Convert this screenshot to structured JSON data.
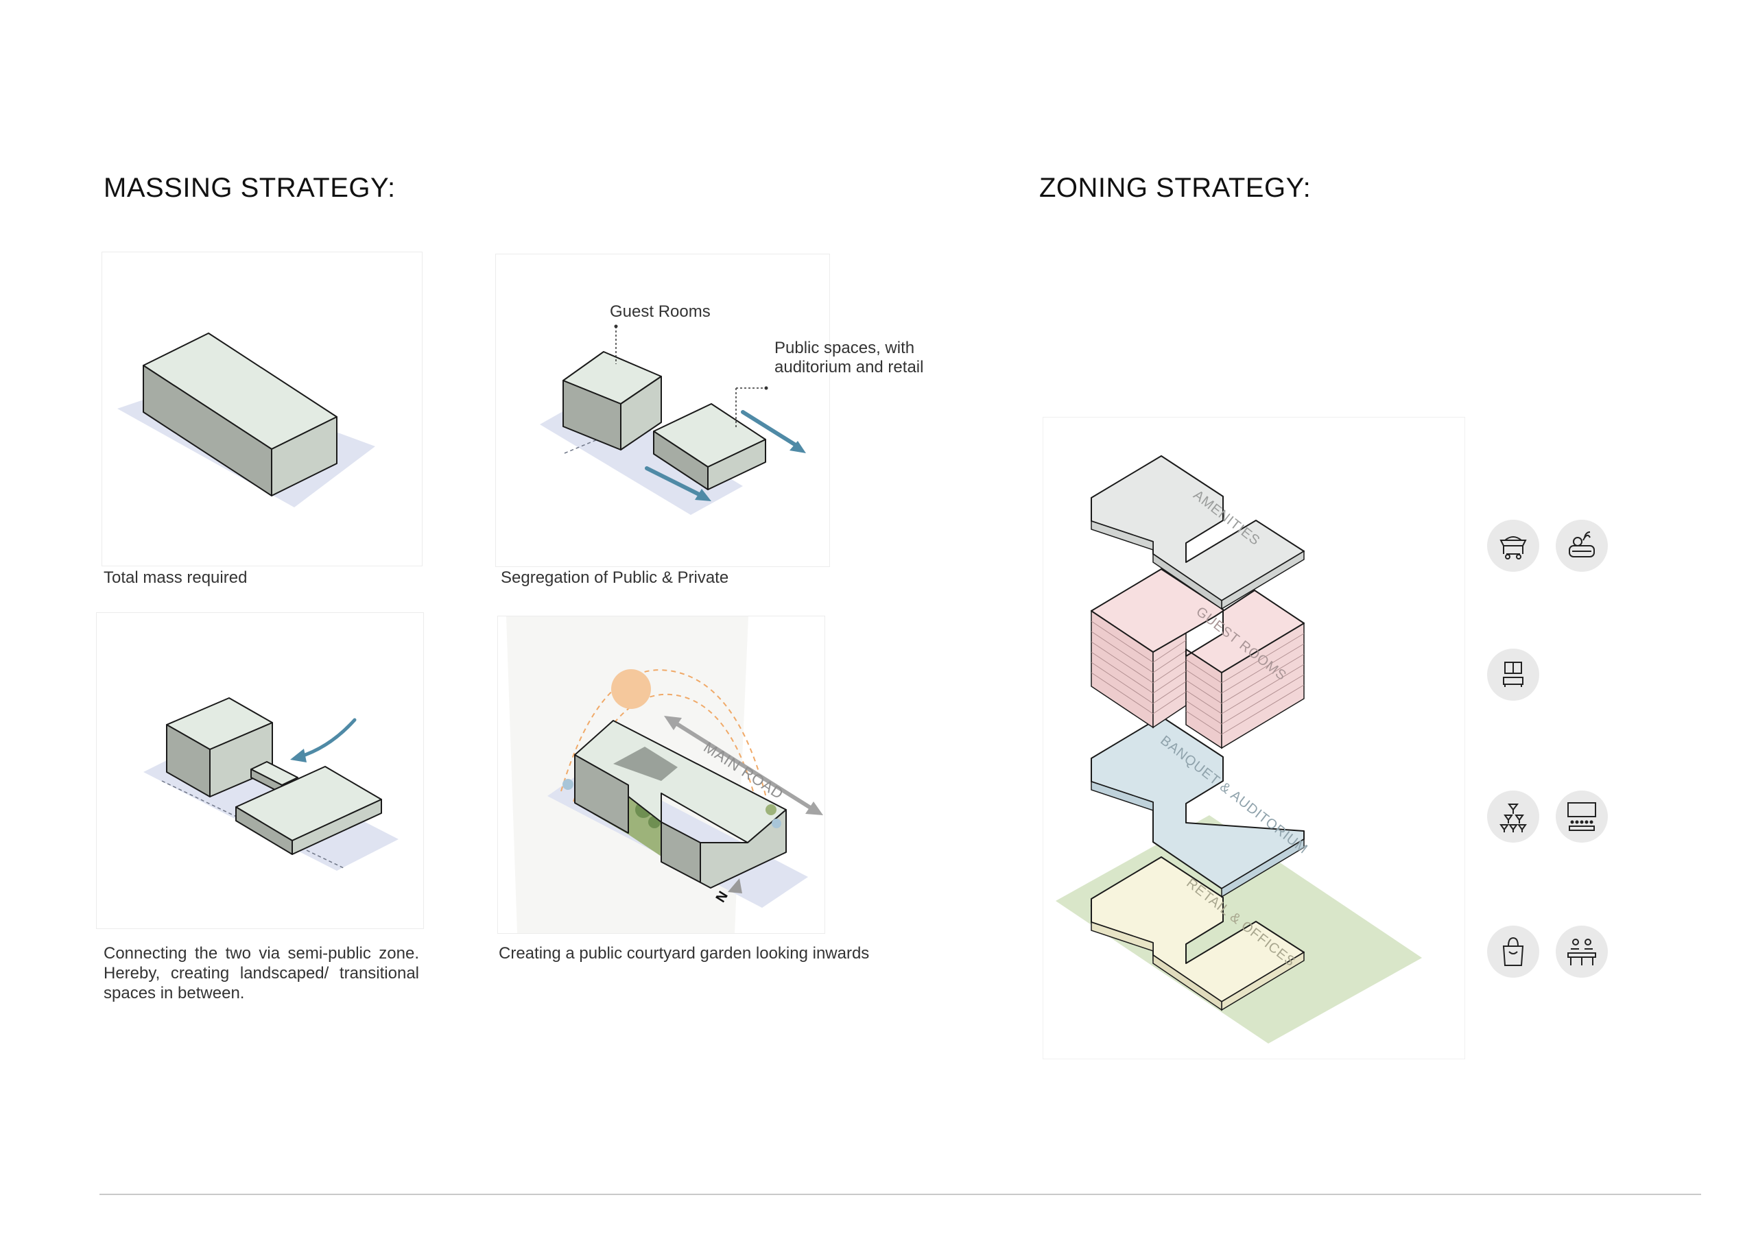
{
  "massing": {
    "title": "MASSING STRATEGY:",
    "steps": [
      {
        "caption": "Total mass required"
      },
      {
        "caption": "Segregation of Public & Private",
        "labels": {
          "guest_rooms": "Guest Rooms",
          "public_line1": "Public spaces, with",
          "public_line2": "auditorium and retail"
        }
      },
      {
        "caption": "Connecting the two via semi-public zone. Hereby, creating landscaped/ transitional spaces in between."
      },
      {
        "caption": "Creating a public courtyard garden looking inwards",
        "labels": {
          "road": "MAIN ROAD",
          "north": "N"
        }
      }
    ]
  },
  "zoning": {
    "title": "ZONING STRATEGY:",
    "layers": [
      {
        "label": "AMENITIES",
        "color": "#e6e8e7"
      },
      {
        "label": "GUEST ROOMS",
        "color": "#f7dfe0"
      },
      {
        "label": "BANQUET & AUDITORIUM",
        "color": "#d6e4ea"
      },
      {
        "label": "RETAIL & OFFICES",
        "color": "#f7f4dd",
        "ground_color": "#d9e6c9"
      }
    ],
    "icons": [
      {
        "name": "restaurant-icon"
      },
      {
        "name": "spa-icon"
      },
      {
        "name": "hotel-bed-icon"
      },
      {
        "name": "banquet-glasses-icon"
      },
      {
        "name": "auditorium-icon"
      },
      {
        "name": "shopping-bag-icon"
      },
      {
        "name": "office-desk-icon"
      }
    ]
  },
  "colors": {
    "mass_top": "#e3ebe3",
    "mass_left": "#a6aca4",
    "mass_right": "#c9d1c8",
    "site": "#dfe3f1",
    "arrow": "#4f8aa6",
    "sun": "#f5c89c"
  }
}
